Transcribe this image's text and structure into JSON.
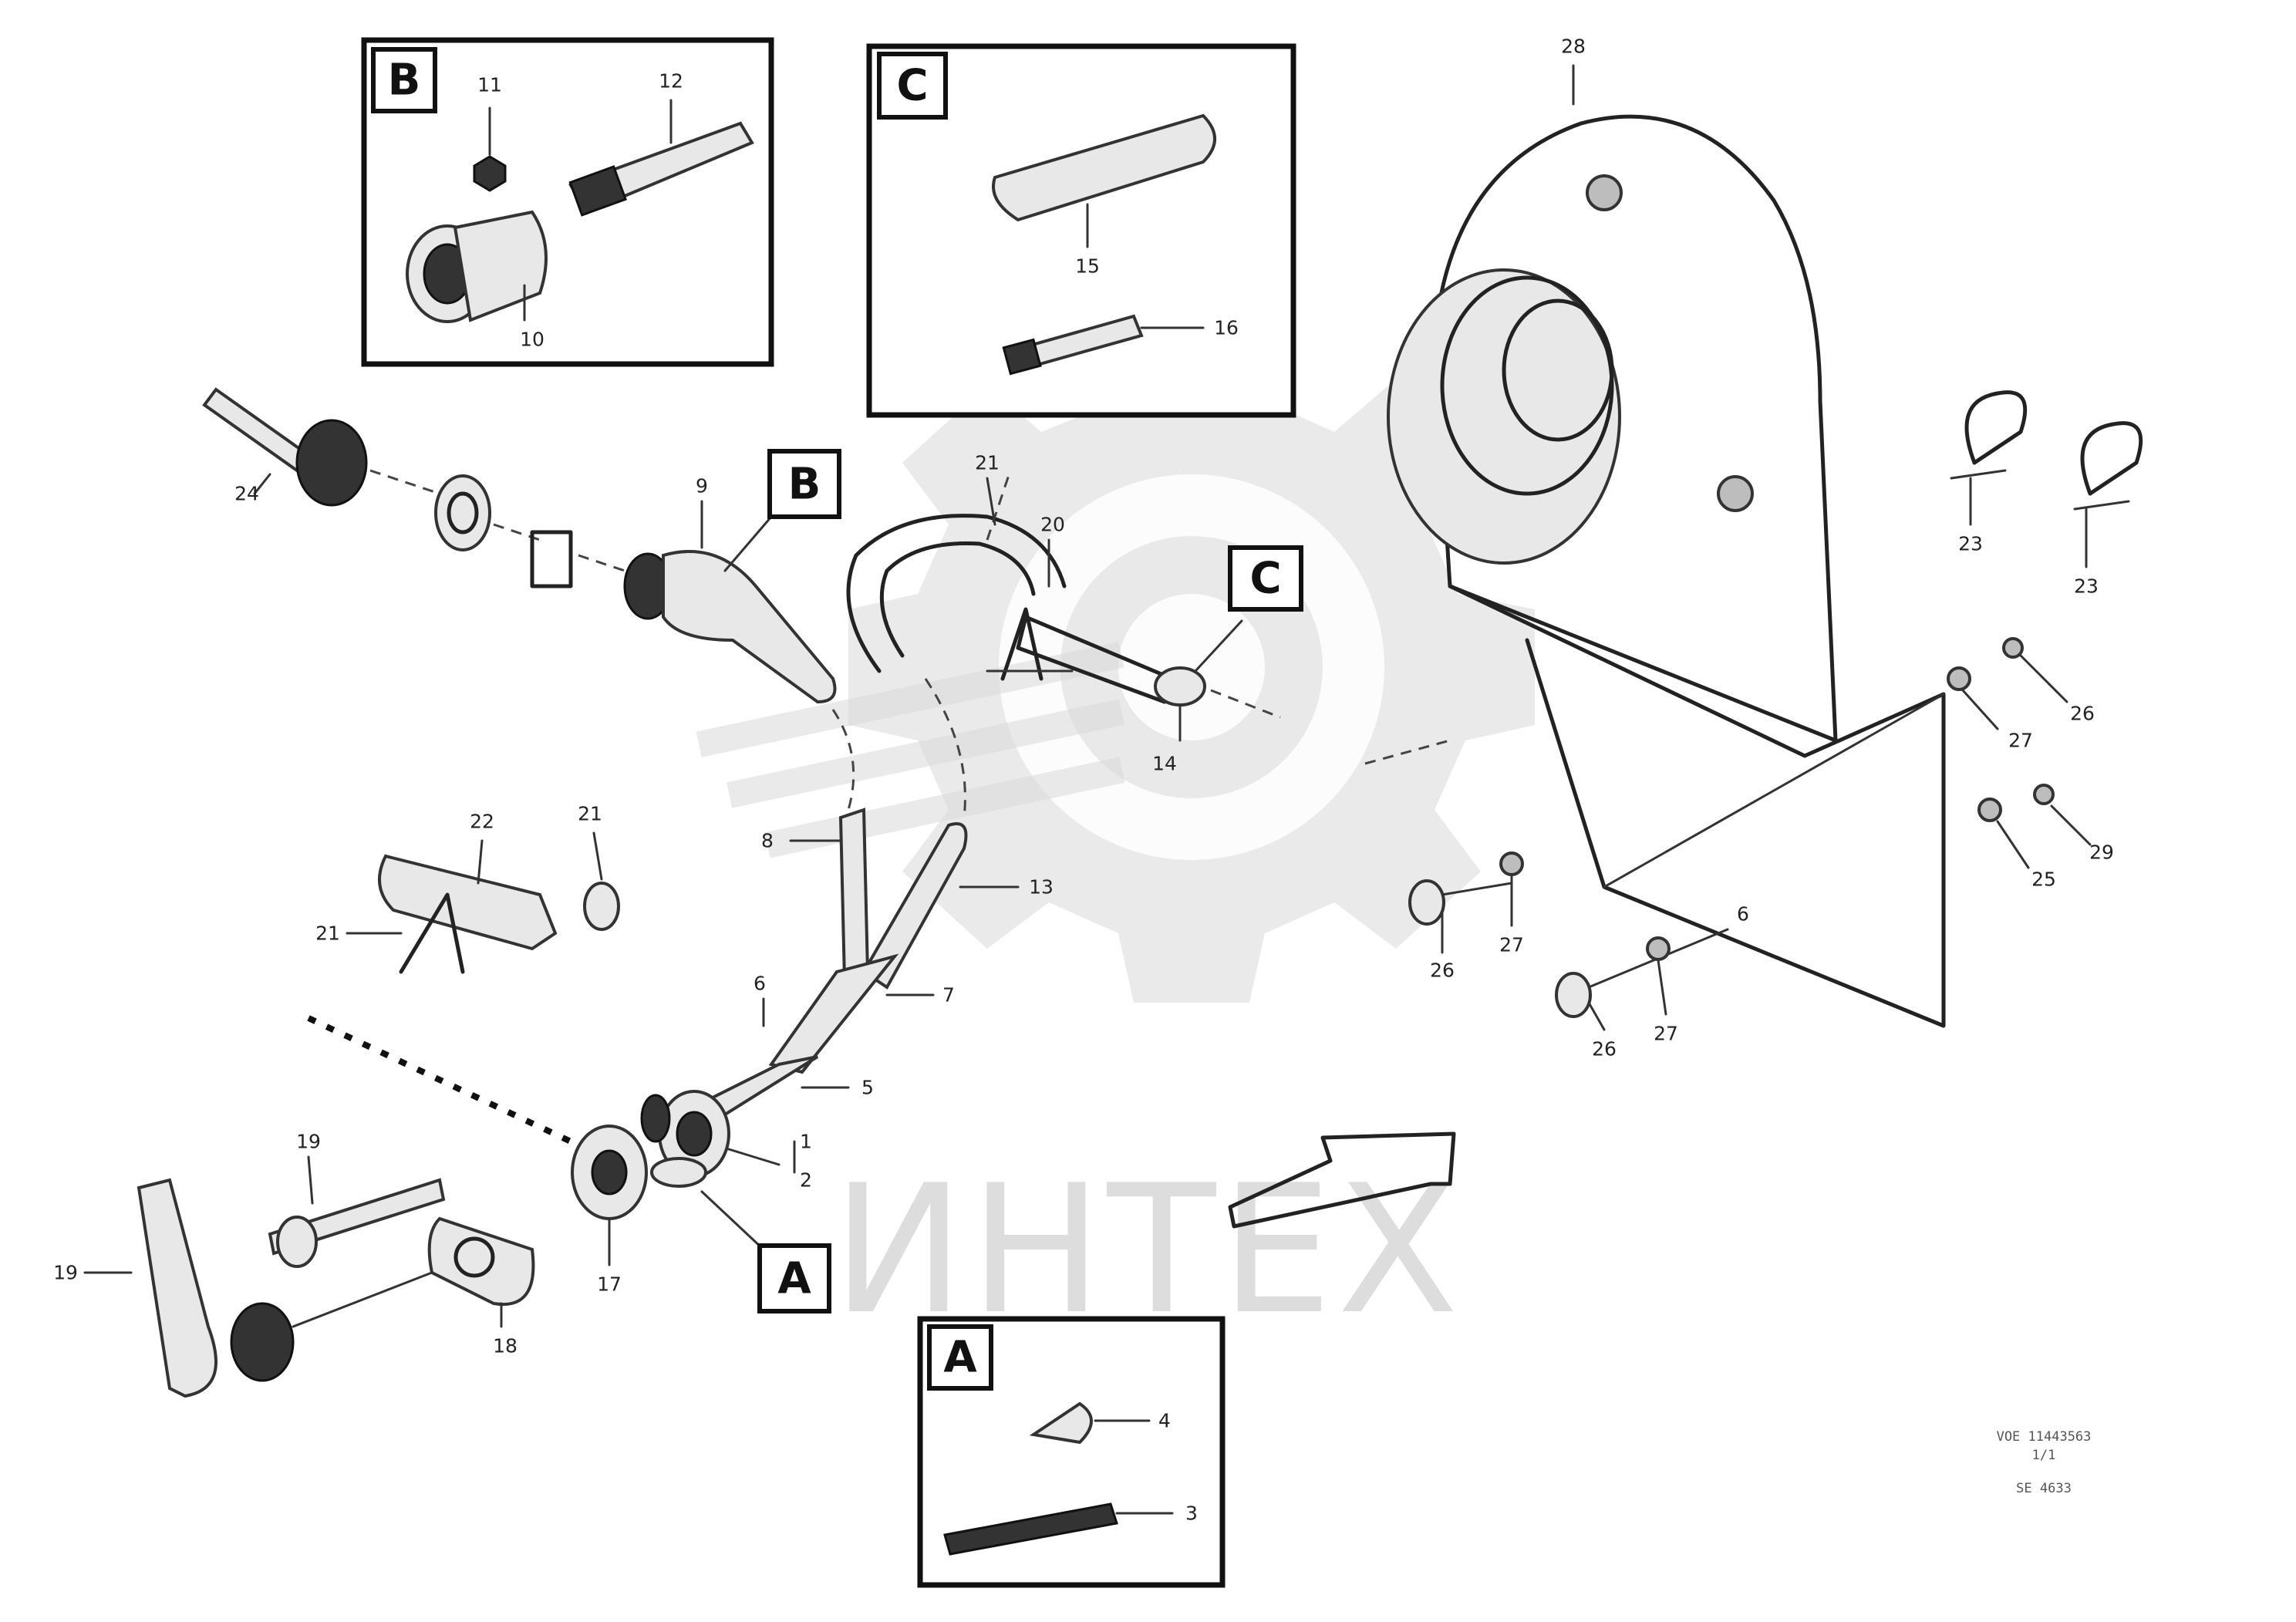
{
  "watermark": {
    "text": "ИНТЕХ"
  },
  "detail_views": [
    {
      "tag": "B",
      "callouts": [
        "11",
        "12",
        "10"
      ]
    },
    {
      "tag": "C",
      "callouts": [
        "15",
        "16"
      ]
    },
    {
      "tag": "A",
      "callouts": [
        "4",
        "3"
      ]
    }
  ],
  "view_tags": [
    "B",
    "C",
    "A"
  ],
  "callouts": {
    "c28": "28",
    "c24": "24",
    "c9": "9",
    "c21": "21",
    "c20": "20",
    "c14": "14",
    "c23a": "23",
    "c23b": "23",
    "c27a": "27",
    "c26a": "26",
    "c25": "25",
    "c29": "29",
    "c8": "8",
    "c13": "13",
    "c22": "22",
    "c21b": "21",
    "c7": "7",
    "c6": "6",
    "c5": "5",
    "c1": "1",
    "c2": "2",
    "c27b": "27",
    "c26b": "26",
    "c6b": "6",
    "c27c": "27",
    "c26c": "26",
    "c17": "17",
    "c18": "18",
    "c19": "19",
    "c19b": "19"
  },
  "reference": {
    "line1": "VOE 11443563",
    "line2": "1/1",
    "line3": "SE 4633"
  }
}
